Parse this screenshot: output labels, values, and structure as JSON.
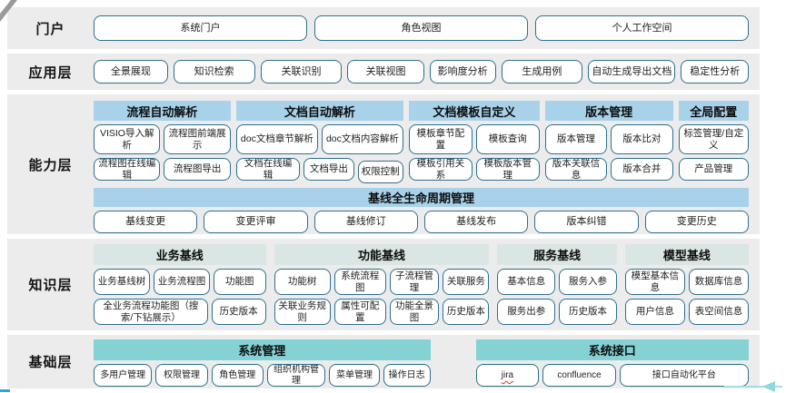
{
  "colors": {
    "band_bg": "#ECECEC",
    "box_border": "#2E6E8E",
    "capability_header_bg": "#A7D2E9",
    "knowledge_header_bg": "#DAE6E3",
    "base_header_bg": "#85D2D5",
    "spellcheck_underline": "#E0301E",
    "bottom_left_accent": "#29A8E0",
    "arrow_teal": "#8FD8DD"
  },
  "portal": {
    "label": "门户",
    "boxes": [
      "系统门户",
      "角色视图",
      "个人工作空间"
    ]
  },
  "application": {
    "label": "应用层",
    "boxes": [
      "全景展现",
      "知识检索",
      "关联识别",
      "关联视图",
      "影响度分析",
      "生成用例",
      "自动生成导出文档",
      "稳定性分析"
    ]
  },
  "capability": {
    "label": "能力层",
    "groups": [
      {
        "header": "流程自动解析",
        "rows": [
          [
            "VISIO导入解析",
            "流程图前端展示"
          ],
          [
            "流程图在线编辑",
            "流程图导出"
          ]
        ]
      },
      {
        "header": "文档自动解析",
        "rows": [
          [
            "doc文档章节解析",
            "doc文档内容解析"
          ],
          [
            "文档在线编辑",
            "文档导出",
            "权限控制"
          ]
        ]
      },
      {
        "header": "文档模板自定义",
        "rows": [
          [
            "模板章节配置",
            "模板查询"
          ],
          [
            "模板引用关系",
            "模板版本管理"
          ]
        ]
      },
      {
        "header": "版本管理",
        "rows": [
          [
            "版本管理",
            "版本比对"
          ],
          [
            "版本关联信息",
            "版本合并"
          ]
        ]
      },
      {
        "header": "全局配置",
        "rows": [
          [
            "标签管理/自定义"
          ],
          [
            "产品管理"
          ]
        ]
      }
    ],
    "baseline": {
      "header": "基线全生命周期管理",
      "boxes": [
        "基线变更",
        "变更评审",
        "基线修订",
        "基线发布",
        "版本纠错",
        "变更历史"
      ]
    }
  },
  "knowledge": {
    "label": "知识层",
    "groups": [
      {
        "header": "业务基线",
        "rows": [
          [
            "业务基线树",
            "业务流程图",
            "功能图"
          ],
          [
            "全业务流程功能图（搜索/下钻展示）",
            "历史版本"
          ]
        ]
      },
      {
        "header": "功能基线",
        "rows": [
          [
            "功能树",
            "系统流程图",
            "子流程管理",
            "关联服务"
          ],
          [
            "关联业务规则",
            "属性可配置",
            "功能全景图",
            "历史版本"
          ]
        ]
      },
      {
        "header": "服务基线",
        "rows": [
          [
            "基本信息",
            "服务入参"
          ],
          [
            "服务出参",
            "历史版本"
          ]
        ]
      },
      {
        "header": "模型基线",
        "rows": [
          [
            "模型基本信息",
            "数据库信息"
          ],
          [
            "用户信息",
            "表空间信息"
          ]
        ]
      }
    ]
  },
  "base": {
    "label": "基础层",
    "groups": [
      {
        "header": "系统管理",
        "boxes": [
          "多用户管理",
          "权限管理",
          "角色管理",
          "组织机构管理",
          "菜单管理",
          "操作日志"
        ]
      },
      {
        "header": "系统接口",
        "boxes": [
          "jira",
          "confluence",
          "接口自动化平台"
        ]
      }
    ]
  }
}
